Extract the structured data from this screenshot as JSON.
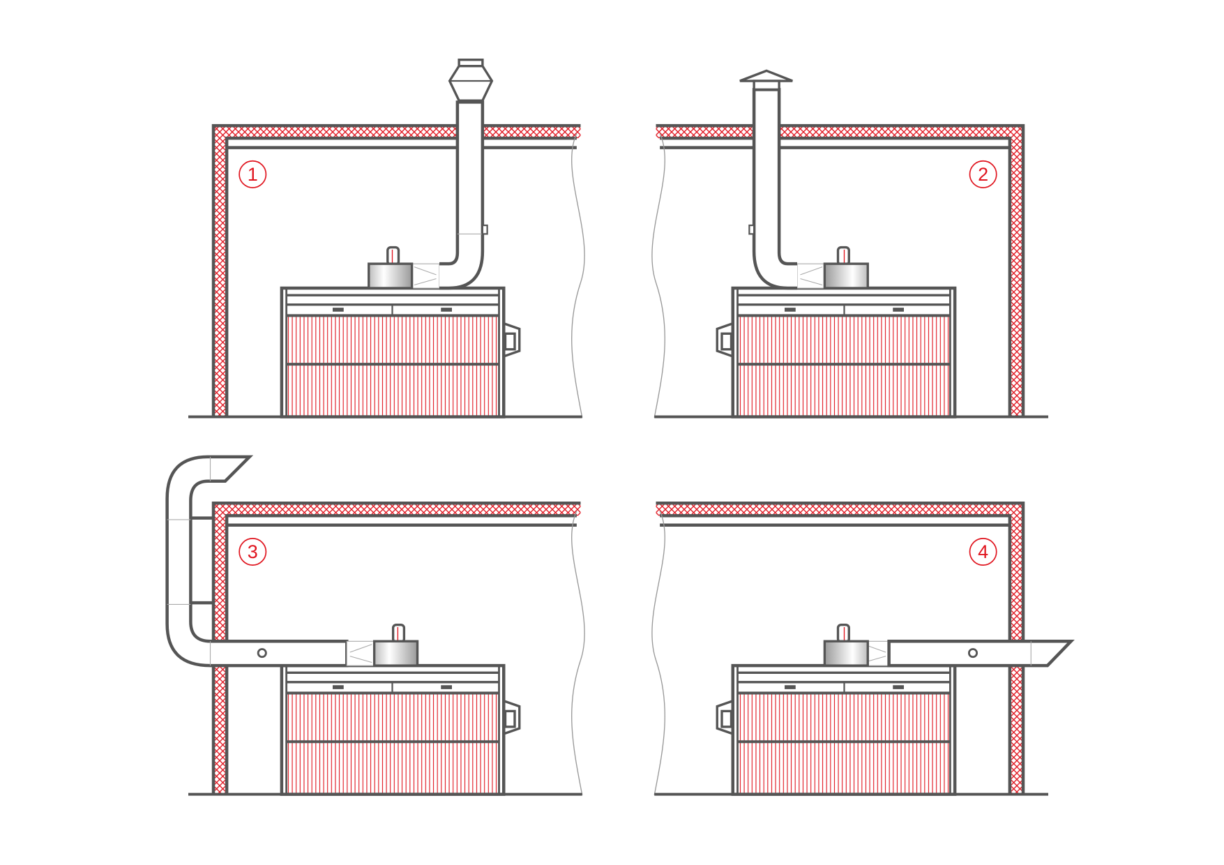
{
  "figure": {
    "panels": [
      {
        "label": "1",
        "variant": "vertical chimney through roof with deflector cap"
      },
      {
        "label": "2",
        "variant": "vertical chimney through roof with umbrella cap"
      },
      {
        "label": "3",
        "variant": "horizontal duct through side wall then up outside"
      },
      {
        "label": "4",
        "variant": "horizontal duct through side wall"
      }
    ]
  },
  "colors": {
    "line": "#555555",
    "accent": "#e0141e",
    "background": "#ffffff"
  }
}
